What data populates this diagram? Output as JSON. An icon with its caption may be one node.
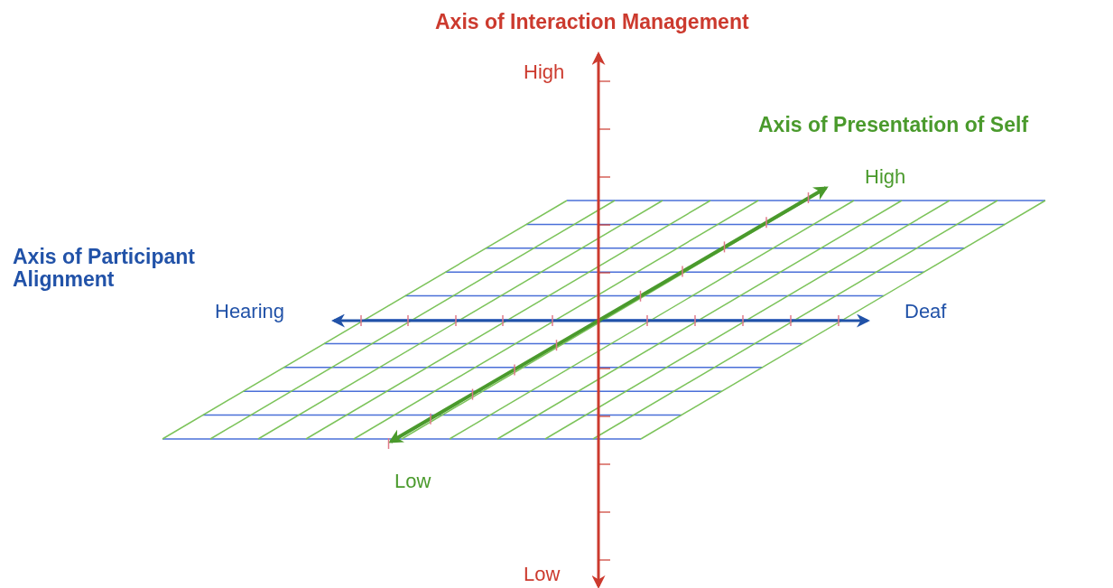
{
  "diagram": {
    "labels": [
      "Axis of Interaction Management",
      "High",
      "Axis of Presentation of Self",
      "High",
      "Axis of Participant Alignment",
      "Hearing",
      "Deaf",
      "Low",
      "Low"
    ]
  }
}
